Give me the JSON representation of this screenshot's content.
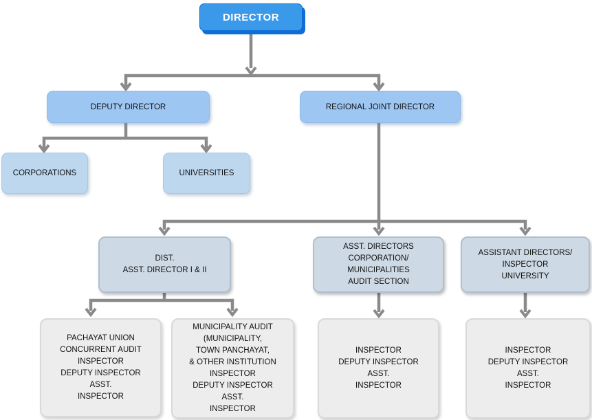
{
  "diagram": {
    "type": "org-chart",
    "colors": {
      "director_fill": "#3b99ea",
      "director_shadow": "#0d6fd6",
      "tier2_fill": "#9dc6f3",
      "tier3_fill": "#bdd7ee",
      "tier4_fill": "#cdd9e5",
      "tier4_border": "#afbfce",
      "leaf_fill": "#ededed",
      "leaf_border": "#d9d9d9",
      "connector": "#8a8a8a"
    },
    "nodes": {
      "director": {
        "label": "DIRECTOR"
      },
      "deputy_director": {
        "label": "DEPUTY DIRECTOR"
      },
      "regional_joint_director": {
        "label": "REGIONAL JOINT DIRECTOR"
      },
      "corporations": {
        "label": "CORPORATIONS"
      },
      "universities": {
        "label": "UNIVERSITIES"
      },
      "dist_asst_director": {
        "label": "DIST.\nASST. DIRECTOR I & II"
      },
      "asst_directors_corporation": {
        "label": "ASST. DIRECTORS\nCORPORATION/\nMUNICIPALITIES\nAUDIT SECTION"
      },
      "assistant_directors_university": {
        "label": "ASSISTANT DIRECTORS/\nINSPECTOR\nUNIVERSITY"
      },
      "panchayat_union_audit": {
        "label": "PACHAYAT UNION\nCONCURRENT AUDIT\nINSPECTOR\nDEPUTY INSPECTOR\nASST.\nINSPECTOR"
      },
      "municipality_audit": {
        "label": "MUNICIPALITY AUDIT\n(MUNICIPALITY,\nTOWN PANCHAYAT,\n& OTHER INSTITUTION\nINSPECTOR\nDEPUTY INSPECTOR\nASST.\nINSPECTOR"
      },
      "inspector_corporation_team": {
        "label": "INSPECTOR\nDEPUTY INSPECTOR\nASST.\nINSPECTOR"
      },
      "inspector_university_team": {
        "label": "INSPECTOR\nDEPUTY INSPECTOR\nASST.\nINSPECTOR"
      }
    },
    "edges": [
      {
        "from": "director",
        "to": "deputy_director"
      },
      {
        "from": "director",
        "to": "regional_joint_director"
      },
      {
        "from": "deputy_director",
        "to": "corporations"
      },
      {
        "from": "deputy_director",
        "to": "universities"
      },
      {
        "from": "regional_joint_director",
        "to": "dist_asst_director"
      },
      {
        "from": "regional_joint_director",
        "to": "asst_directors_corporation"
      },
      {
        "from": "regional_joint_director",
        "to": "assistant_directors_university"
      },
      {
        "from": "dist_asst_director",
        "to": "panchayat_union_audit"
      },
      {
        "from": "dist_asst_director",
        "to": "municipality_audit"
      },
      {
        "from": "asst_directors_corporation",
        "to": "inspector_corporation_team"
      },
      {
        "from": "assistant_directors_university",
        "to": "inspector_university_team"
      }
    ]
  }
}
